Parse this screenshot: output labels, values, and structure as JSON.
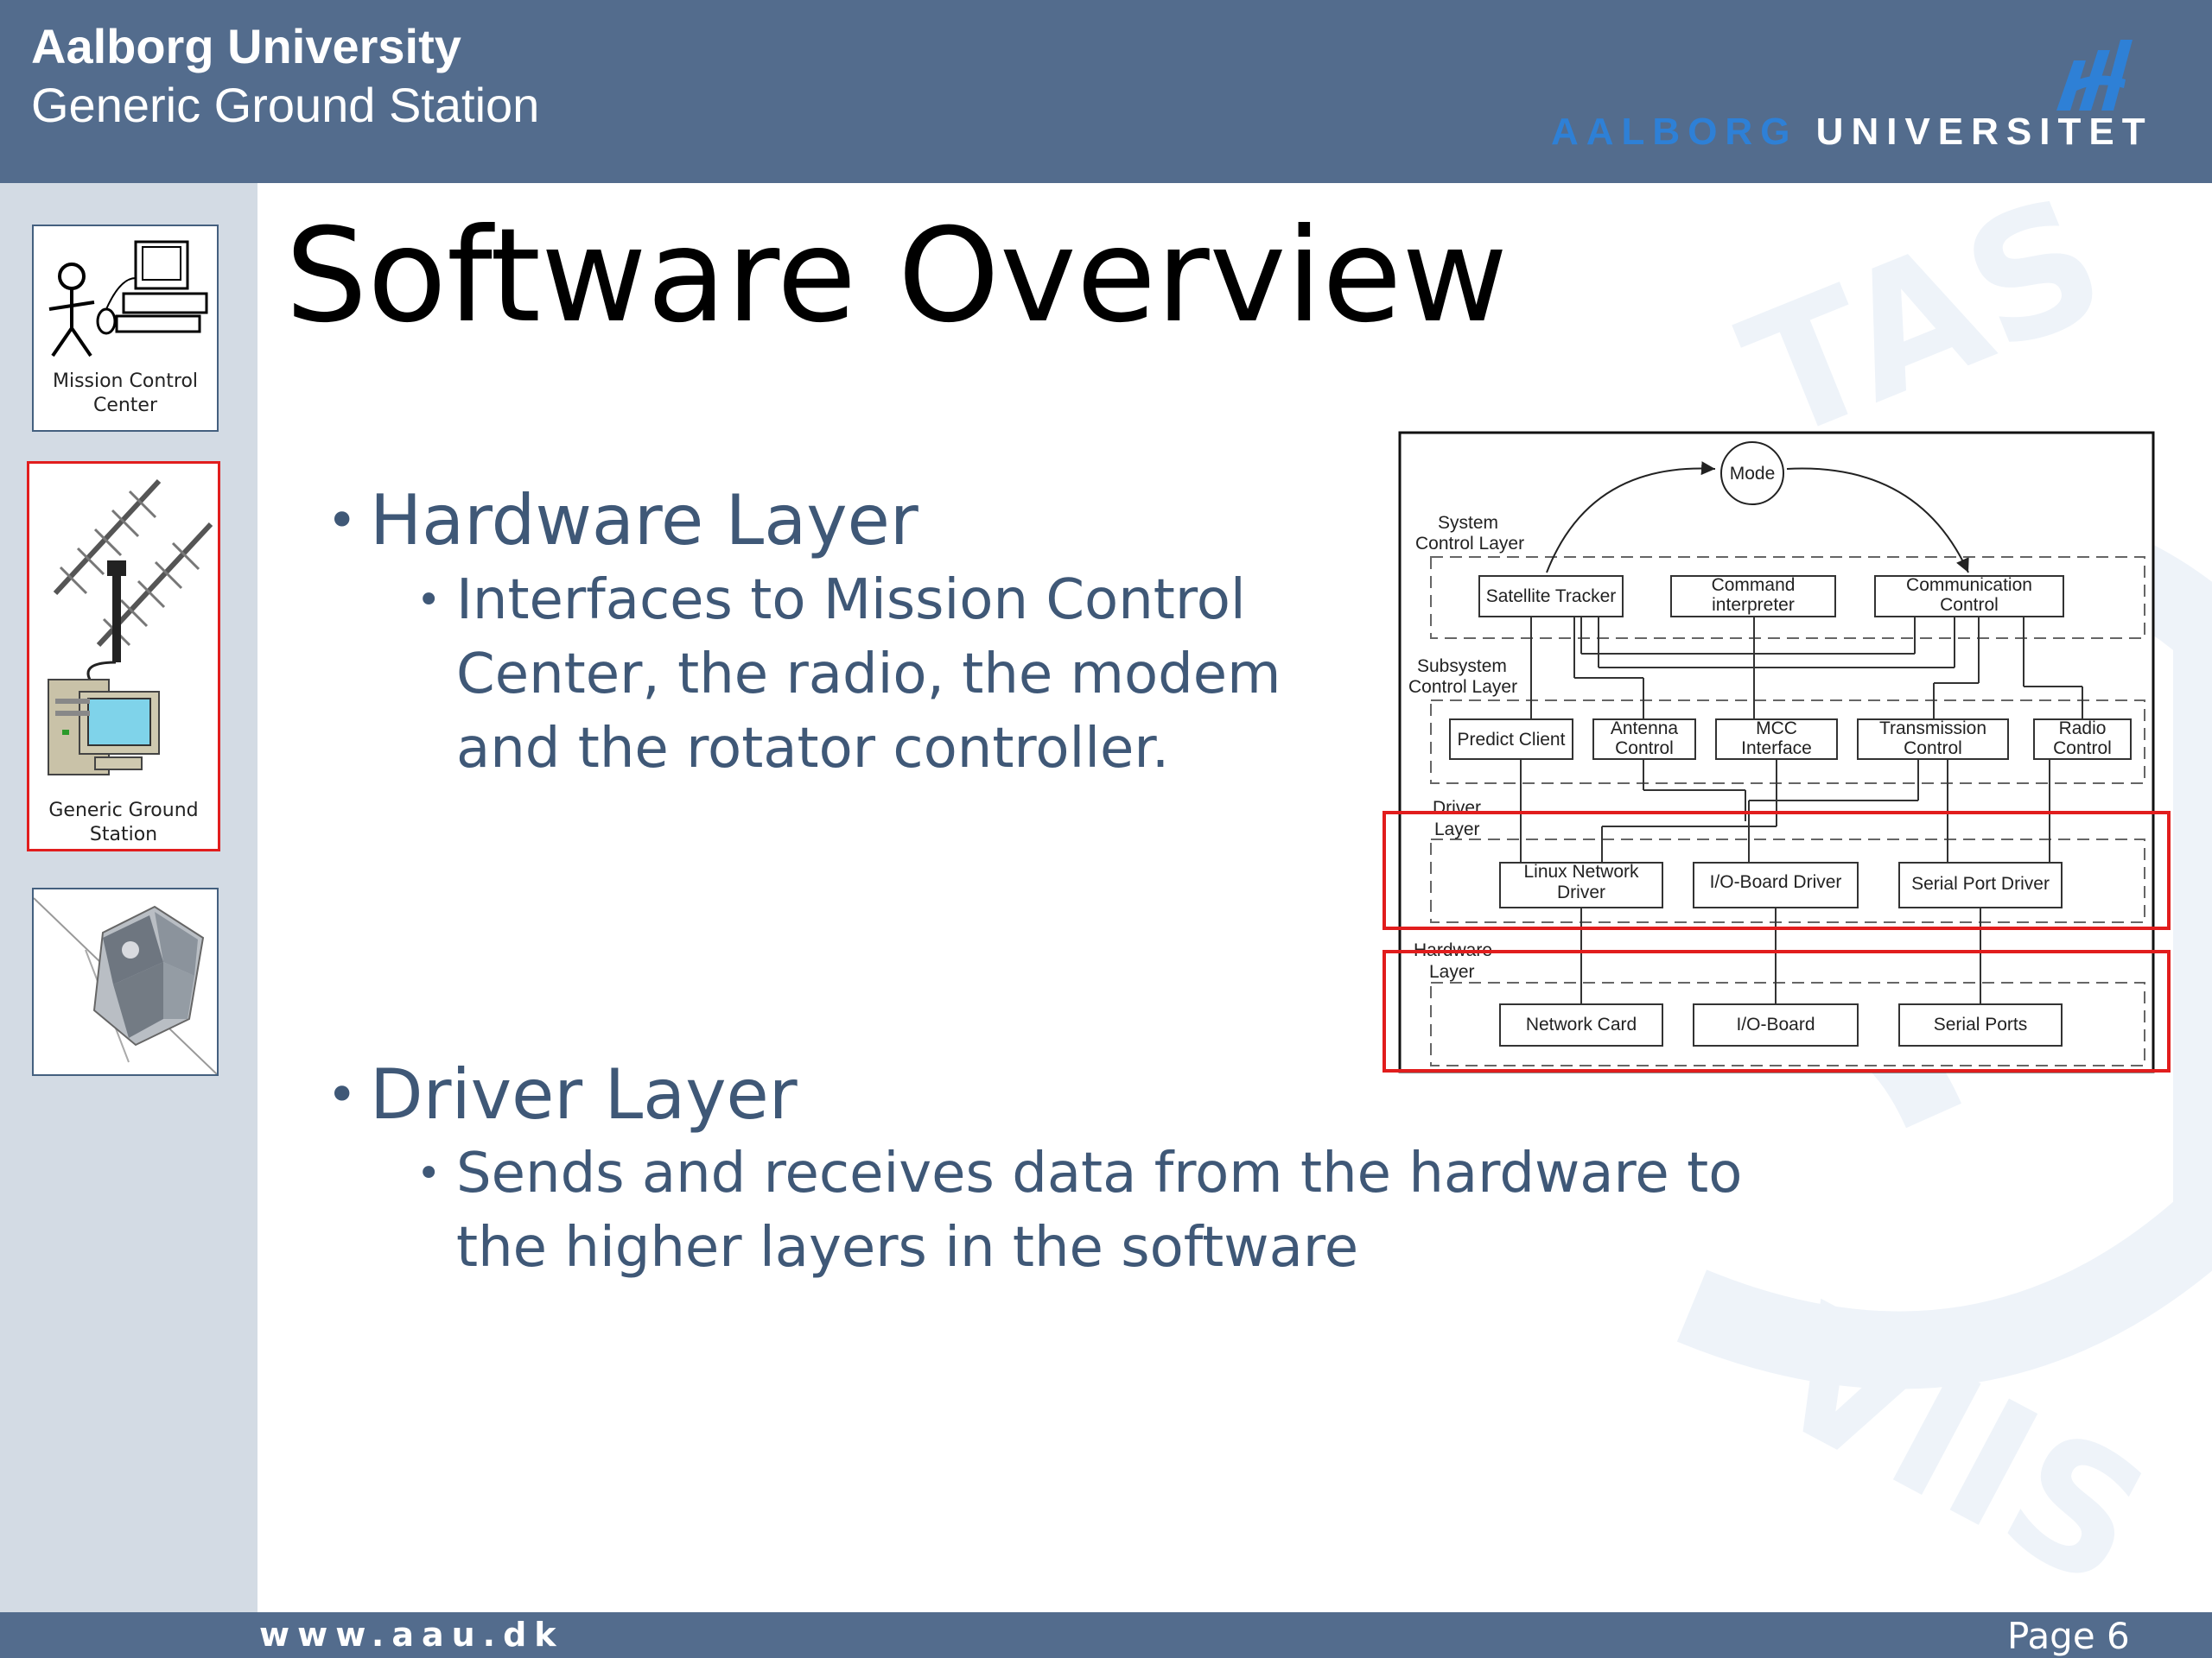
{
  "header": {
    "title": "Aalborg University",
    "subtitle": "Generic Ground Station",
    "logo_word_1": "AALBORG",
    "logo_word_2": "UNIVERSITET"
  },
  "sidebar": {
    "items": [
      {
        "label_line1": "Mission Control",
        "label_line2": "Center",
        "active": false
      },
      {
        "label_line1": "Generic Ground",
        "label_line2": "Station",
        "active": true
      },
      {
        "label_line1": "",
        "label_line2": "",
        "active": false
      }
    ]
  },
  "slide": {
    "title": "Software Overview",
    "bullets": [
      {
        "heading": "Hardware Layer",
        "sub": [
          "Interfaces to Mission Control Center, the radio, the modem and the rotator controller."
        ]
      },
      {
        "heading": "Driver Layer",
        "sub": [
          "Sends and receives data from the hardware to the higher layers in the software"
        ]
      }
    ]
  },
  "diagram": {
    "mode": "Mode",
    "layers": {
      "system_1": "System",
      "system_2": "Control Layer",
      "subsystem_1": "Subsystem",
      "subsystem_2": "Control Layer",
      "driver_1": "Driver",
      "driver_2": "Layer",
      "hardware_1": "Hardware",
      "hardware_2": "Layer"
    },
    "boxes": {
      "satellite_tracker": "Satellite Tracker",
      "command_1": "Command",
      "command_2": "interpreter",
      "comm_1": "Communication",
      "comm_2": "Control",
      "predict_client": "Predict Client",
      "antenna_1": "Antenna",
      "antenna_2": "Control",
      "mcc_1": "MCC",
      "mcc_2": "Interface",
      "transmission_1": "Transmission",
      "transmission_2": "Control",
      "radio_1": "Radio",
      "radio_2": "Control",
      "linux_1": "Linux Network",
      "linux_2": "Driver",
      "ioboard_driver": "I/O-Board Driver",
      "serial_driver": "Serial Port Driver",
      "network_card": "Network Card",
      "ioboard": "I/O-Board",
      "serial_ports": "Serial Ports"
    },
    "highlight_color": "#e11d1d"
  },
  "footer": {
    "url": "www.aau.dk",
    "page": "Page 6"
  },
  "colors": {
    "header_bg": "#536c8d",
    "sidebar_bg": "#d3dbe4",
    "text_blue": "#3f5877",
    "logo_blue": "#2e80d6"
  }
}
